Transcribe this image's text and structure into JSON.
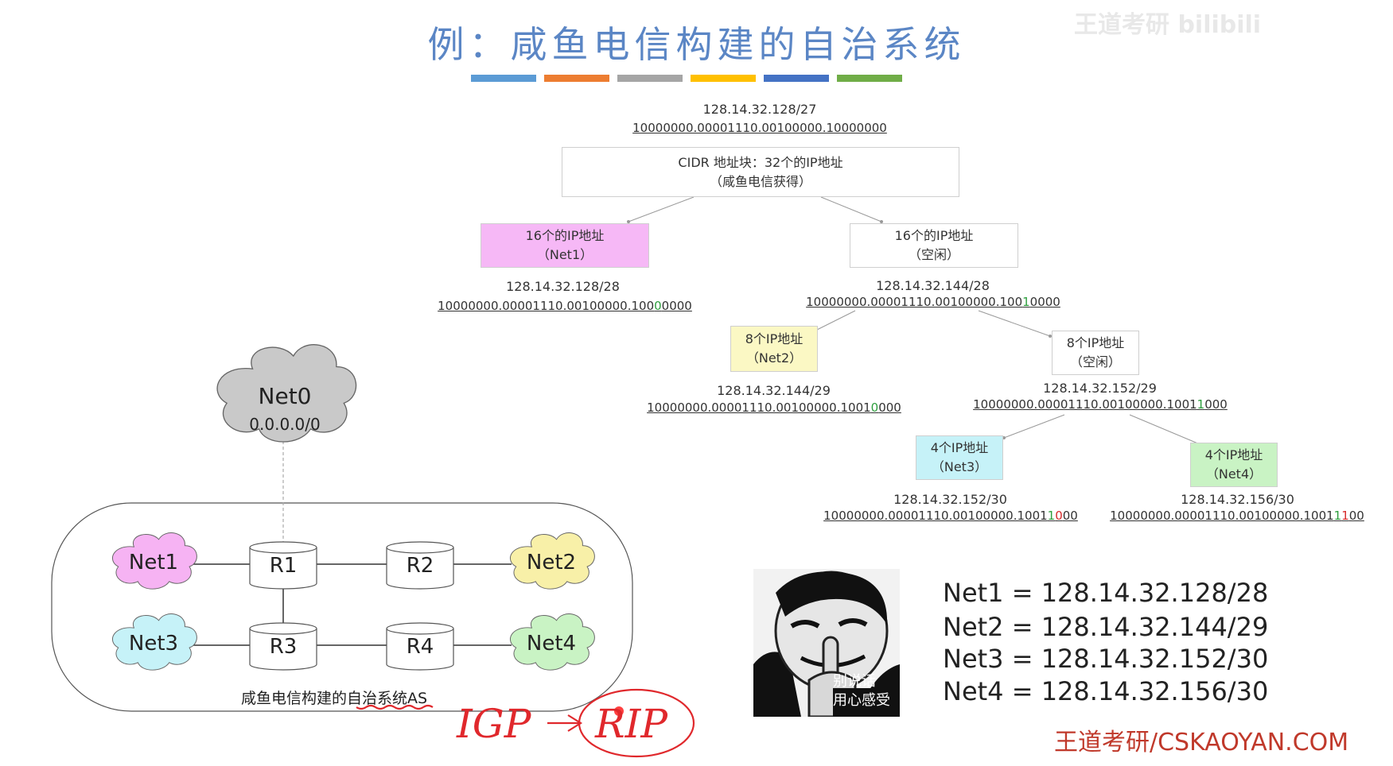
{
  "title": "例：咸鱼电信构建的自治系统",
  "watermark": "王道考研 bilibili",
  "brand": "王道考研/CSKAOYAN.COM",
  "color_strip": [
    "#5b9bd5",
    "#ed7d31",
    "#a5a5a5",
    "#ffc000",
    "#4472c4",
    "#70ad47"
  ],
  "tree": {
    "root": {
      "ip": "128.14.32.128/27",
      "bin": "10000000.00001110.00100000.10000000",
      "label1": "CIDR 地址块：32个的IP地址",
      "label2": "（咸鱼电信获得）"
    },
    "net1": {
      "label1": "16个的IP地址",
      "label2": "（Net1）",
      "ip": "128.14.32.128/28",
      "bin_a": "10000000.00001110.00100000.100",
      "bin_b": "0",
      "bin_c": "0000",
      "color": "#f6b8f6"
    },
    "free16": {
      "label1": "16个的IP地址",
      "label2": "（空闲）",
      "ip": "128.14.32.144/28",
      "bin_a": "10000000.00001110.00100000.100",
      "bin_b": "1",
      "bin_c": "0000"
    },
    "net2": {
      "label1": "8个IP地址",
      "label2": "（Net2）",
      "ip": "128.14.32.144/29",
      "bin_a": "10000000.00001110.00100000.1001",
      "bin_b": "0",
      "bin_c": "000",
      "color": "#fbf8c4"
    },
    "free8": {
      "label1": "8个IP地址",
      "label2": "（空闲）",
      "ip": "128.14.32.152/29",
      "bin_a": "10000000.00001110.00100000.1001",
      "bin_b": "1",
      "bin_c": "000"
    },
    "net3": {
      "label1": "4个IP地址",
      "label2": "（Net3）",
      "ip": "128.14.32.152/30",
      "bin_a": "10000000.00001110.00100000.1001",
      "bin_b": "1",
      "bin_c": "0",
      "bin_d": "00",
      "color": "#c6f2f8"
    },
    "net4": {
      "label1": "4个IP地址",
      "label2": "（Net4）",
      "ip": "128.14.32.156/30",
      "bin_a": "10000000.00001110.00100000.1001",
      "bin_b": "1",
      "bin_c": "1",
      "bin_d": "00",
      "color": "#c9f3c4"
    }
  },
  "network": {
    "net0_name": "Net0",
    "net0_addr": "0.0.0.0/0",
    "as_label": "咸鱼电信构建的自治系统AS",
    "routers": [
      "R1",
      "R2",
      "R3",
      "R4"
    ],
    "nets": [
      "Net1",
      "Net2",
      "Net3",
      "Net4"
    ],
    "net_colors": [
      "#f6b3f3",
      "#f8f0a8",
      "#c6f2f8",
      "#c9f3c4"
    ]
  },
  "annotation": {
    "igp": "IGP",
    "rip": "RIP"
  },
  "meme_caption": [
    "别说话",
    "用心感受"
  ],
  "summary": [
    "Net1 = 128.14.32.128/28",
    "Net2 = 128.14.32.144/29",
    "Net3 = 128.14.32.152/30",
    "Net4 = 128.14.32.156/30"
  ]
}
